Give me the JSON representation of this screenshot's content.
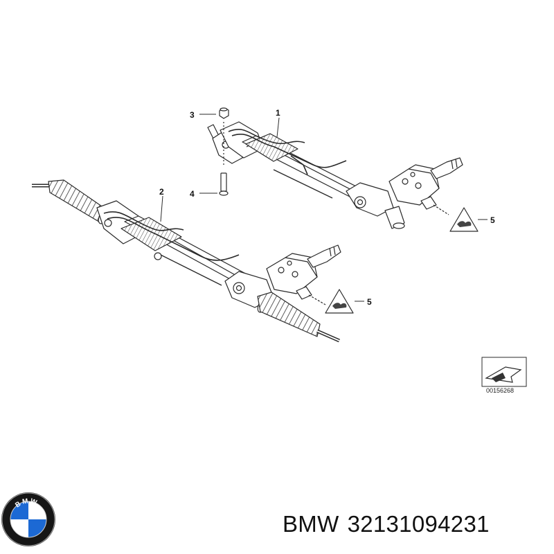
{
  "diagram": {
    "callouts": [
      "1",
      "2",
      "3",
      "4",
      "5",
      "5"
    ],
    "reference_code": "00156268",
    "parts": [
      {
        "callout": "1",
        "item": "steering-rack-upper",
        "icon": "steering-gear-drawing"
      },
      {
        "callout": "2",
        "item": "steering-rack-lower",
        "icon": "steering-gear-drawing"
      },
      {
        "callout": "3",
        "item": "nut",
        "icon": "hex-nut-drawing"
      },
      {
        "callout": "4",
        "item": "bolt",
        "icon": "bolt-drawing"
      },
      {
        "callout": "5",
        "item": "warning-label",
        "icon": "warning-triangle-icon"
      }
    ]
  },
  "footer": {
    "brand": "BMW",
    "part_number": "32131094231",
    "logo_icon": "bmw-roundel-logo",
    "logo_text": "BMW"
  },
  "colors": {
    "line": "#2a2a2a",
    "roundel_blue": "#1c69d4",
    "roundel_ring": "#111111"
  }
}
